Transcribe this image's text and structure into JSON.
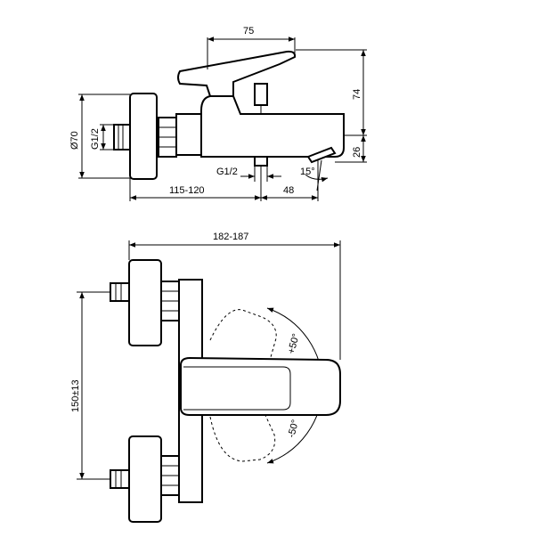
{
  "top_view": {
    "dim_width": "75",
    "dim_height": "74",
    "dim_diameter": "Ø70",
    "dim_thread_left": "G1/2",
    "dim_thread_spout": "G1/2",
    "dim_depth": "115-120",
    "dim_spout": "48",
    "dim_spout_height": "26",
    "dim_angle": "15°"
  },
  "front_view": {
    "dim_total_width": "182-187",
    "dim_centers": "150±13",
    "angle_plus": "+50°",
    "angle_minus": "-50°"
  }
}
